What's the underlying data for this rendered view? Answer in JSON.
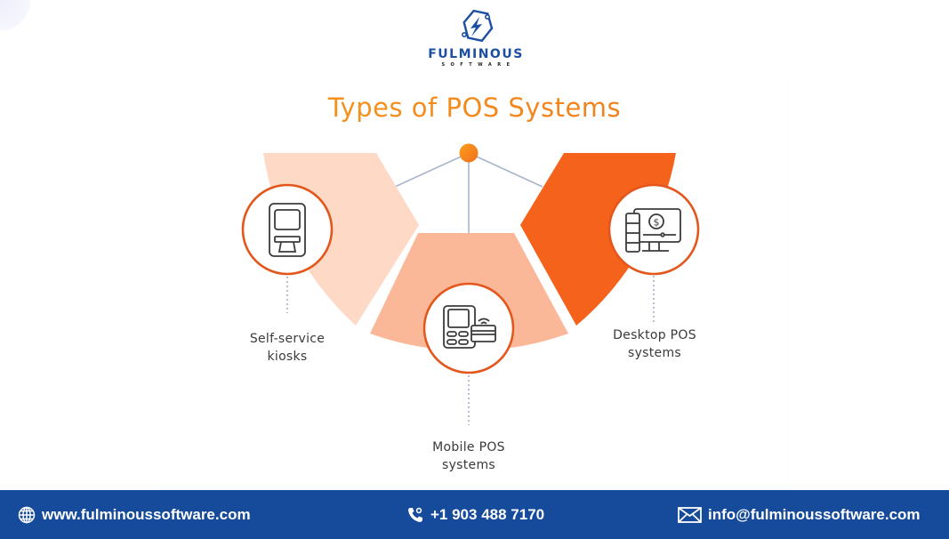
{
  "brand": {
    "name": "FULMINOUS",
    "tagline": "SOFTWARE",
    "logo_icon": "lightning-hexagon-icon",
    "color": "#1c4fa1"
  },
  "title": "Types of POS Systems",
  "colors": {
    "title_gradient": [
      "#f7a019",
      "#ee6a1f"
    ],
    "segment_light": "#fdd9c6",
    "segment_medium": "#fbb898",
    "segment_dark": "#f5621c",
    "circle_stroke": "#e3571c",
    "connector": "#a9b4cc",
    "hub": "#f78a1c",
    "footer_bg": "#164a9b"
  },
  "diagram": {
    "hub": "hub-dot",
    "items": [
      {
        "id": "kiosk",
        "label_line1": "Self-service",
        "label_line2": "kiosks",
        "icon": "kiosk-icon"
      },
      {
        "id": "mobile",
        "label_line1": "Mobile POS",
        "label_line2": "systems",
        "icon": "mobile-card-terminal-icon"
      },
      {
        "id": "desktop",
        "label_line1": "Desktop POS",
        "label_line2": "systems",
        "icon": "desktop-dollar-icon"
      }
    ]
  },
  "footer": {
    "website": {
      "text": "www.fulminoussoftware.com",
      "icon": "globe-icon"
    },
    "phone": {
      "text": "+1 903 488 7170",
      "icon": "phone-icon"
    },
    "email": {
      "text": "info@fulminoussoftware.com",
      "icon": "mail-icon"
    }
  }
}
